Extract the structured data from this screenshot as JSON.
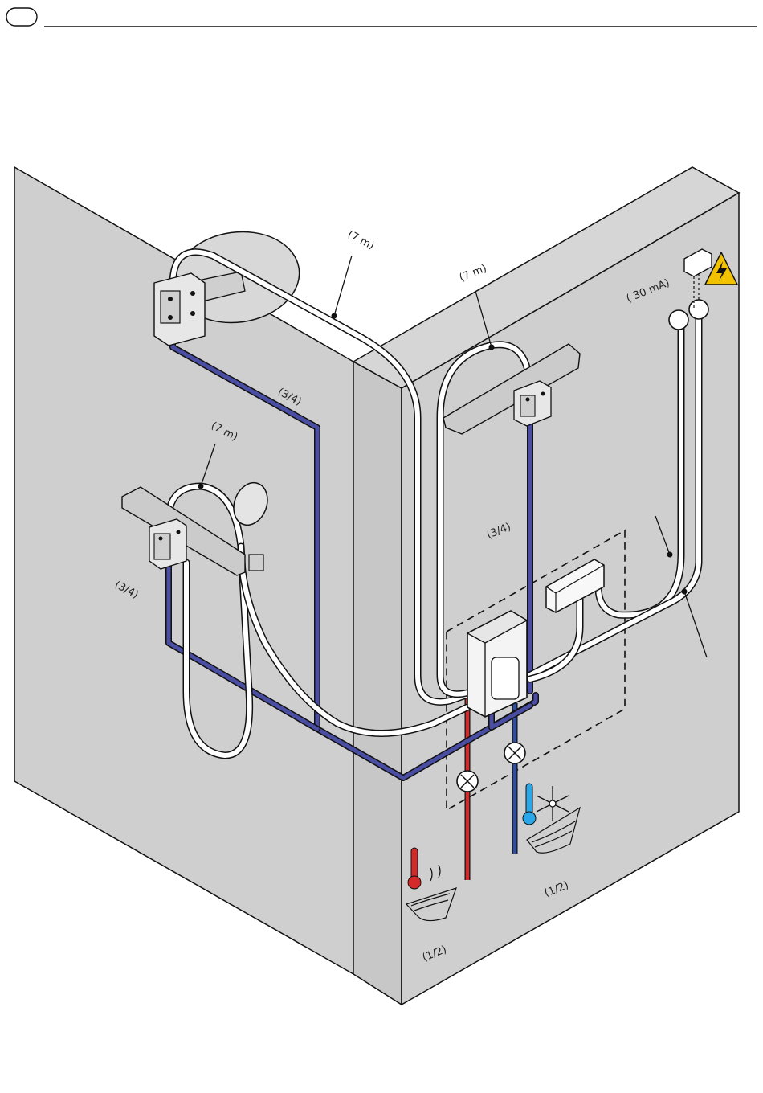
{
  "header": {
    "page_badge": ""
  },
  "labels": {
    "hose_top": "(7 m)",
    "hose_right": "(7 m)",
    "hose_left": "(7 m)",
    "pipe_top": "(3/4)",
    "pipe_left": "(3/4)",
    "pipe_right": "(3/4)",
    "rcd": "(  30 mA)",
    "hot_supply": "(1/2)",
    "cold_supply": "(1/2)"
  },
  "colors": {
    "wall": "#cfcfcf",
    "wall_edge": "#bdbdbd",
    "hot_pipe": "#d42a2a",
    "cold_pipe": "#2f4f9e",
    "supply_pipe": "#454a9a",
    "hose": "#ffffff",
    "outline": "#111111",
    "warning": "#f2c200"
  },
  "icons": [
    "hot-thermometer-icon",
    "cold-thermometer-icon",
    "snowflake-icon",
    "electrical-warning-icon",
    "valve-icon"
  ]
}
